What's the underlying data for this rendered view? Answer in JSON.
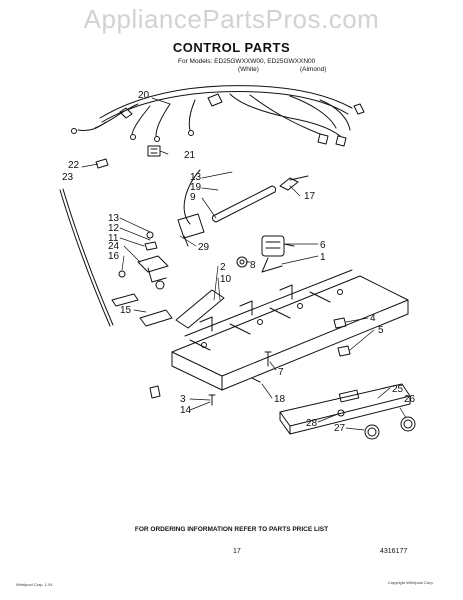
{
  "watermark": "AppliancePartsPros.com",
  "title": "CONTROL PARTS",
  "models_line": "For Models: ED25GWXXW00, ED25GWXXN00",
  "variants": [
    "(White)",
    "(Almond)"
  ],
  "callouts": [
    "20",
    "21",
    "22",
    "23",
    "13",
    "19",
    "9",
    "17",
    "13",
    "12",
    "11",
    "24",
    "16",
    "29",
    "8",
    "6",
    "1",
    "2",
    "10",
    "15",
    "4",
    "5",
    "7",
    "3",
    "14",
    "18",
    "25",
    "26",
    "28",
    "27"
  ],
  "footer_note": "FOR ORDERING INFORMATION REFER TO PARTS PRICE LIST",
  "page_number": "17",
  "doc_number": "4316177",
  "small_print_left": "Whirlpool Corp. 1-91",
  "small_print_right": "Copyright Whirlpool Corp."
}
